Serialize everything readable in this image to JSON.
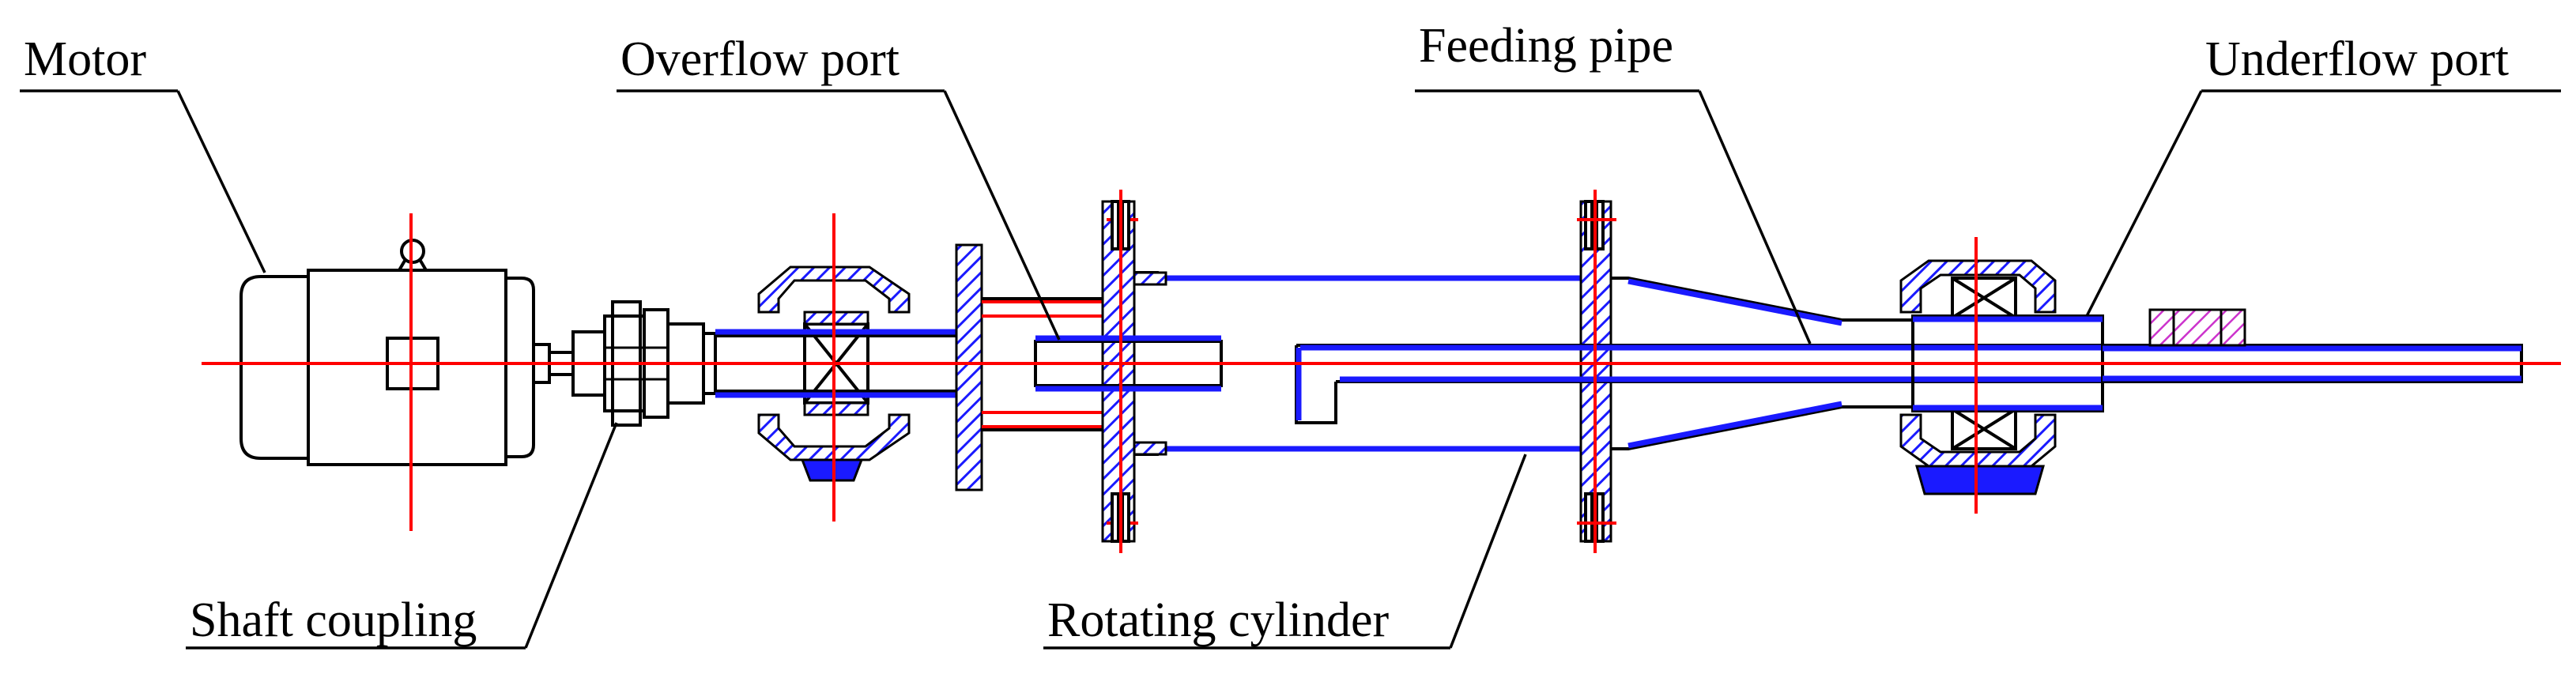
{
  "labels": {
    "motor": "Motor",
    "overflow_port": "Overflow port",
    "feeding_pipe": "Feeding pipe",
    "underflow_port": "Underflow port",
    "shaft_coupling": "Shaft coupling",
    "rotating_cylinder": "Rotating cylinder"
  },
  "colors": {
    "section_hatch": "#1a1aff",
    "centerline": "#ff0000",
    "outline": "#000000",
    "support_hatch": "#cc33cc"
  }
}
